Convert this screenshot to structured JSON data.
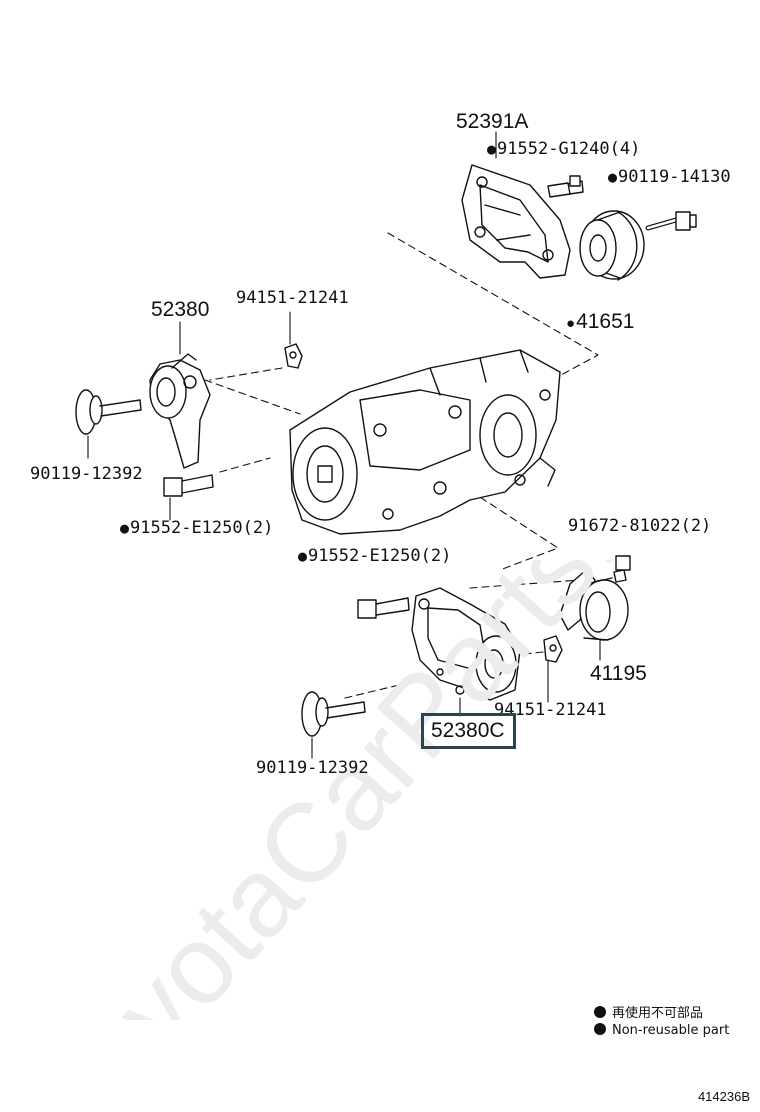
{
  "watermark": "ToyotaCarParts.ru",
  "labels": {
    "p52391A": "52391A",
    "p91552G": "91552-G1240(4)",
    "p90119_14130": "90119-14130",
    "p41651": "41651",
    "p52380": "52380",
    "p94151_top": "94151-21241",
    "p90119_left": "90119-12392",
    "p91552E_left": "91552-E1250(2)",
    "p91672": "91672-81022(2)",
    "p91552E_mid": "91552-E1250(2)",
    "p41195": "41195",
    "p94151_bot": "94151-21241",
    "p52380C": "52380C",
    "p90119_bot": "90119-12392"
  },
  "legend": {
    "line1": "再使用不可部品",
    "line2": "Non-reusable part"
  },
  "drawing_code": "414236B",
  "colors": {
    "ink": "#111111",
    "highlight_box": "#2c4350",
    "watermark": "#ececec"
  }
}
